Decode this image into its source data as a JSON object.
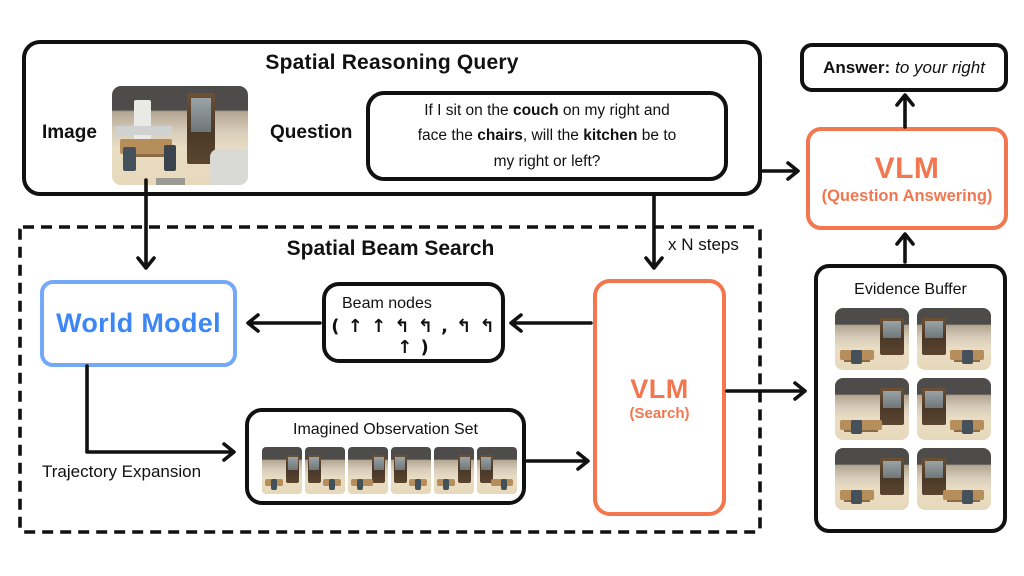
{
  "colors": {
    "accent_orange": "#F2764E",
    "blue_border": "#74A9F7",
    "blue_text": "#3D87F5",
    "ink": "#111111"
  },
  "query": {
    "title": "Spatial Reasoning Query",
    "image_label": "Image",
    "question_label": "Question",
    "question_lines": [
      [
        {
          "t": "If I sit on the "
        },
        {
          "t": "couch",
          "b": 1
        },
        {
          "t": " on my right and"
        }
      ],
      [
        {
          "t": "face the "
        },
        {
          "t": "chairs",
          "b": 1
        },
        {
          "t": ", will the "
        },
        {
          "t": "kitchen",
          "b": 1
        },
        {
          "t": " be to"
        }
      ],
      [
        {
          "t": "my right or left?"
        }
      ]
    ]
  },
  "answer": {
    "label": "Answer:",
    "value": "to your right"
  },
  "vlm_qa": {
    "title": "VLM",
    "subtitle": "(Question Answering)"
  },
  "vlm_search": {
    "title": "VLM",
    "subtitle": "(Search)"
  },
  "evidence_buffer": {
    "title": "Evidence Buffer",
    "image_count": 6
  },
  "beam_search": {
    "title": "Spatial Beam Search",
    "steps_label": "x N steps",
    "trajectory_label": "Trajectory Expansion"
  },
  "world_model": {
    "label": "World Model"
  },
  "beam_nodes": {
    "label": "Beam nodes",
    "sequence": "( ↑ ↑ ↰ ↰ , ↰ ↰ ↑ )"
  },
  "imagined_set": {
    "title": "Imagined Observation Set",
    "image_count": 6
  }
}
